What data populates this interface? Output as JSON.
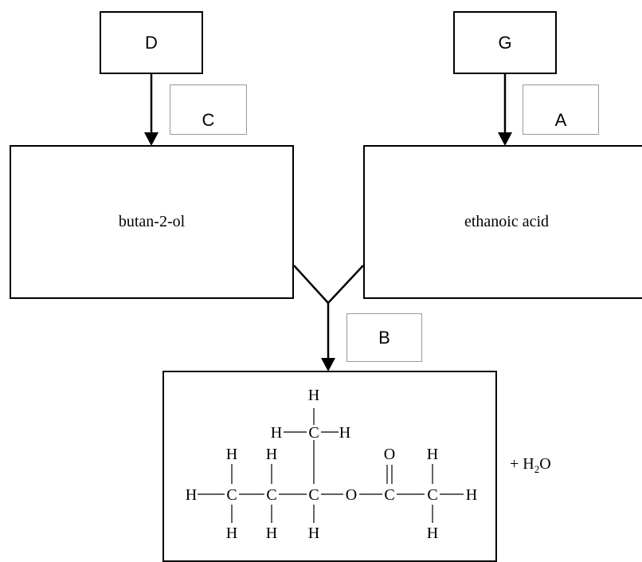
{
  "labels": {
    "d": "D",
    "g": "G",
    "c": "C",
    "a": "A",
    "b": "B"
  },
  "reactants": {
    "alcohol": "butan-2-ol",
    "acid": "ethanoic acid"
  },
  "product": {
    "byproduct_prefix": "+ H",
    "byproduct_sub": "2",
    "byproduct_suffix": "O",
    "atoms": {
      "h": "H",
      "c": "C",
      "o": "O"
    }
  }
}
